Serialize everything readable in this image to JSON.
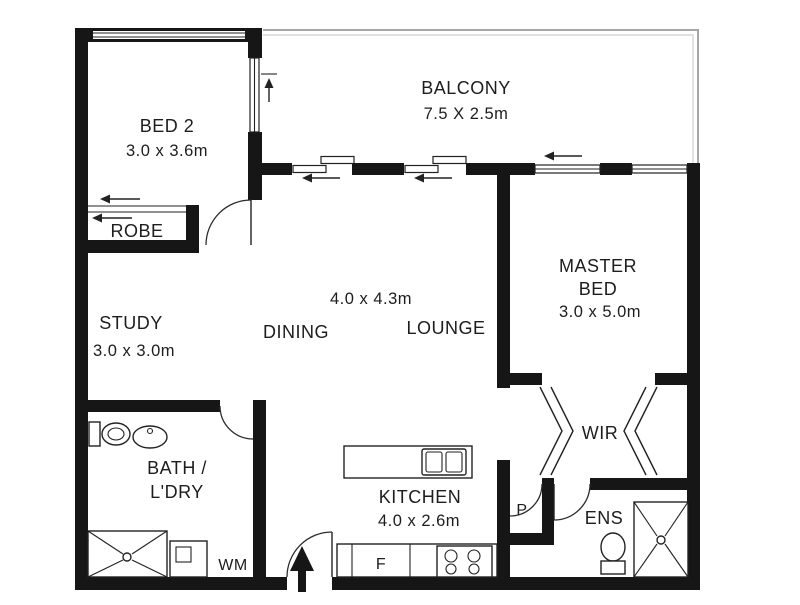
{
  "colors": {
    "wall": "#161616",
    "line": "#222222",
    "rail": "#a6a6a6",
    "text": "#1d1d1d",
    "bg": "#ffffff"
  },
  "rooms": {
    "bed2": {
      "name": "BED 2",
      "dims": "3.0 x 3.6m"
    },
    "balcony": {
      "name": "BALCONY",
      "dims": "7.5 X 2.5m"
    },
    "robe": {
      "name": "ROBE"
    },
    "study": {
      "name": "STUDY",
      "dims": "3.0 x 3.0m"
    },
    "living": {
      "dims": "4.0 x 4.3m"
    },
    "dining": {
      "name": "DINING"
    },
    "lounge": {
      "name": "LOUNGE"
    },
    "master_bed": {
      "name_line1": "MASTER",
      "name_line2": "BED",
      "dims": "3.0 x 5.0m"
    },
    "wir": {
      "name": "WIR"
    },
    "bath_ldry": {
      "name_line1": "BATH /",
      "name_line2": "L'DRY"
    },
    "kitchen": {
      "name": "KITCHEN",
      "dims": "4.0 x 2.6m"
    },
    "pantry": {
      "name": "P"
    },
    "ensuite": {
      "name": "ENS"
    }
  },
  "appliances": {
    "washing_machine": "WM",
    "fridge": "F"
  }
}
